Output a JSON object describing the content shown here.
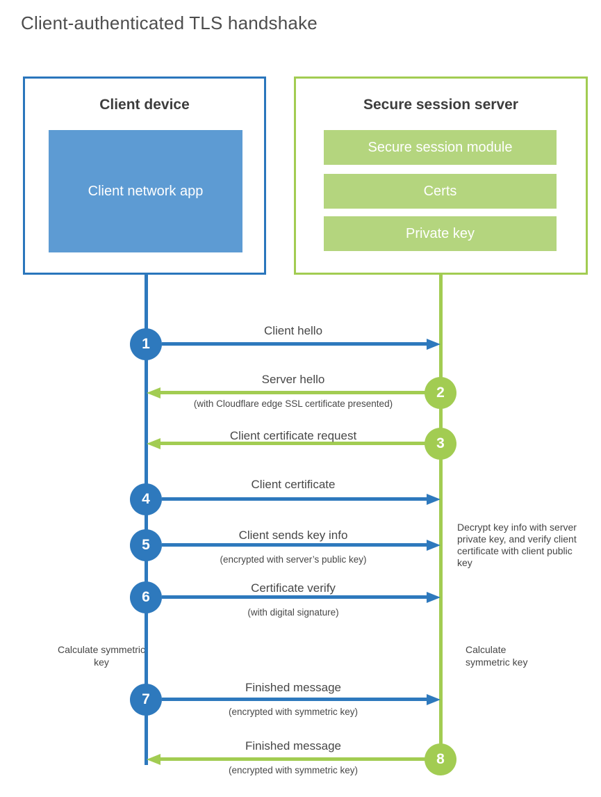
{
  "page": {
    "title": "Client-authenticated TLS handshake"
  },
  "client_box": {
    "title": "Client device",
    "app_label": "Client network app"
  },
  "server_box": {
    "title": "Secure session server",
    "modules": [
      "Secure session module",
      "Certs",
      "Private key"
    ]
  },
  "steps": [
    {
      "number": "1",
      "direction": "client-to-server",
      "label": "Client hello",
      "sublabel": ""
    },
    {
      "number": "2",
      "direction": "server-to-client",
      "label": "Server hello",
      "sublabel": "(with Cloudflare edge SSL certificate presented)"
    },
    {
      "number": "3",
      "direction": "server-to-client",
      "label": "Client certificate request",
      "sublabel": ""
    },
    {
      "number": "4",
      "direction": "client-to-server",
      "label": "Client certificate",
      "sublabel": ""
    },
    {
      "number": "5",
      "direction": "client-to-server",
      "label": "Client sends key info",
      "sublabel": "(encrypted with server’s public key)"
    },
    {
      "number": "6",
      "direction": "client-to-server",
      "label": "Certificate verify",
      "sublabel": "(with digital signature)"
    },
    {
      "number": "7",
      "direction": "client-to-server",
      "label": "Finished message",
      "sublabel": "(encrypted with symmetric key)"
    },
    {
      "number": "8",
      "direction": "server-to-client",
      "label": "Finished message",
      "sublabel": "(encrypted with symmetric key)"
    }
  ],
  "annotations": {
    "server_note": "Decrypt key info with server private key, and verify client certificate with client public key",
    "client_calc": "Calculate symmetric key",
    "server_calc": "Calculate symmetric key"
  },
  "colors": {
    "blue_line": "#2e79bd",
    "blue_border": "#2a76bc",
    "blue_fill": "#5d9bd3",
    "green_line": "#a2cc52",
    "green_fill": "#b4d57e",
    "text_dark": "#3d3d3d",
    "text_body": "#474747"
  }
}
